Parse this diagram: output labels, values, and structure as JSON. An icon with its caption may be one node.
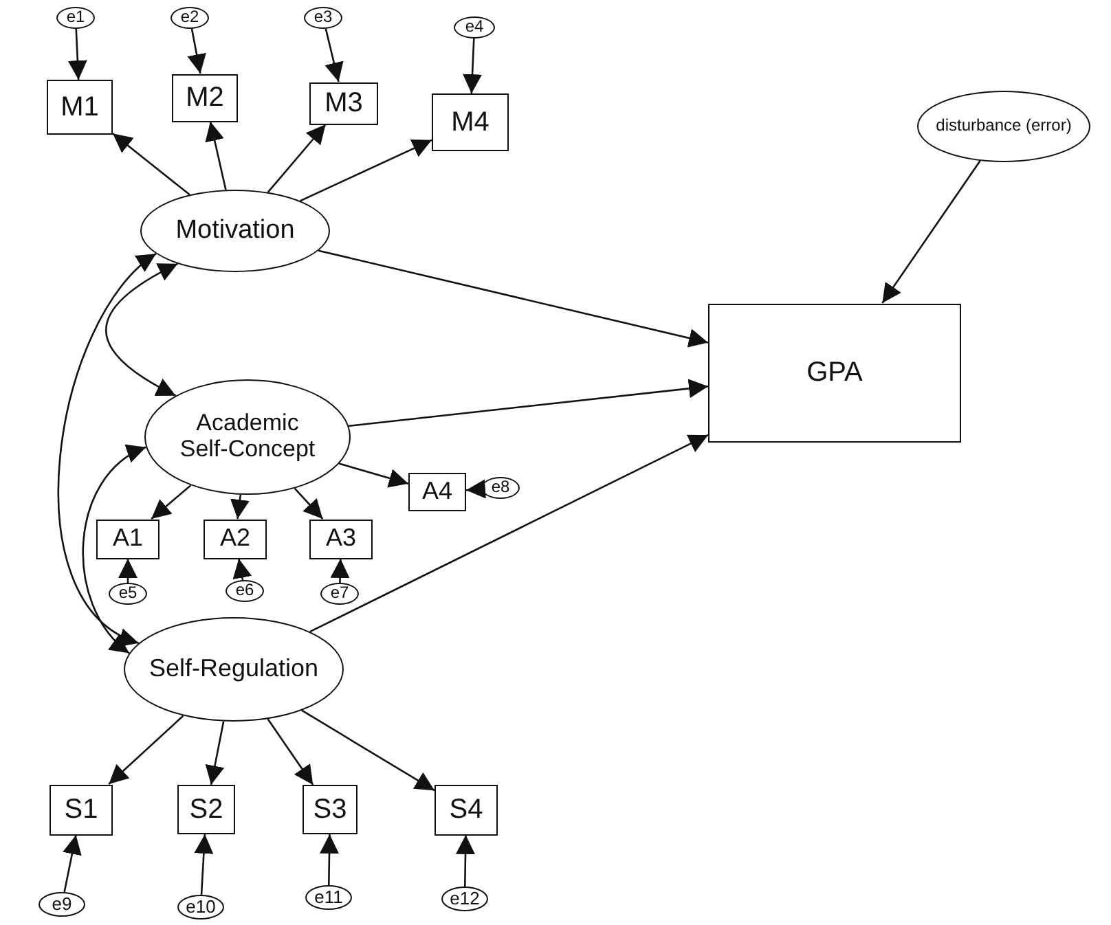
{
  "diagram": {
    "nodes": [
      {
        "text": [
          "e1"
        ]
      },
      {
        "text": [
          "e2"
        ]
      },
      {
        "text": [
          "e3"
        ]
      },
      {
        "text": [
          "e4"
        ]
      },
      {
        "text": [
          "disturbance (error)"
        ]
      },
      {
        "text": [
          "M1"
        ]
      },
      {
        "text": [
          "M2"
        ]
      },
      {
        "text": [
          "M3"
        ]
      },
      {
        "text": [
          "M4"
        ]
      },
      {
        "text": [
          "Motivation"
        ]
      },
      {
        "text": [
          "GPA"
        ]
      },
      {
        "text": [
          "Academic Self-Concept"
        ]
      },
      {
        "text": [
          "A4"
        ]
      },
      {
        "text": [
          "e8"
        ]
      },
      {
        "text": [
          "A1"
        ]
      },
      {
        "text": [
          "A2"
        ]
      },
      {
        "text": [
          "A3"
        ]
      },
      {
        "text": [
          "e5"
        ]
      },
      {
        "text": [
          "e6"
        ]
      },
      {
        "text": [
          "e7"
        ]
      },
      {
        "text": [
          "Self-Regulation"
        ]
      },
      {
        "text": [
          "S1"
        ]
      },
      {
        "text": [
          "S2"
        ]
      },
      {
        "text": [
          "S3"
        ]
      },
      {
        "text": [
          "S4"
        ]
      },
      {
        "text": [
          "e9"
        ]
      },
      {
        "text": [
          "e10"
        ]
      },
      {
        "text": [
          "e11"
        ]
      },
      {
        "text": [
          "e12"
        ]
      }
    ],
    "edges": [
      {
        "from": 0,
        "to": 5,
        "arrow": "to"
      },
      {
        "from": 1,
        "to": 6,
        "arrow": "to"
      },
      {
        "from": 2,
        "to": 7,
        "arrow": "to"
      },
      {
        "from": 3,
        "to": 8,
        "arrow": "to"
      },
      {
        "from": 9,
        "to": 5,
        "arrow": "to"
      },
      {
        "from": 9,
        "to": 6,
        "arrow": "to"
      },
      {
        "from": 9,
        "to": 7,
        "arrow": "to"
      },
      {
        "from": 9,
        "to": 8,
        "arrow": "to"
      },
      {
        "from": 4,
        "to": 10,
        "arrow": "to"
      },
      {
        "from": 9,
        "to": 10,
        "arrow": "to"
      },
      {
        "from": 11,
        "to": 10,
        "arrow": "to"
      },
      {
        "from": 20,
        "to": 10,
        "arrow": "to"
      },
      {
        "from": 9,
        "to": 11,
        "arrow": "both"
      },
      {
        "from": 9,
        "to": 20,
        "arrow": "both"
      },
      {
        "from": 11,
        "to": 20,
        "arrow": "both"
      },
      {
        "from": 11,
        "to": 12,
        "arrow": "to"
      },
      {
        "from": 13,
        "to": 12,
        "arrow": "to"
      },
      {
        "from": 11,
        "to": 14,
        "arrow": "to"
      },
      {
        "from": 11,
        "to": 15,
        "arrow": "to"
      },
      {
        "from": 11,
        "to": 16,
        "arrow": "to"
      },
      {
        "from": 17,
        "to": 14,
        "arrow": "to"
      },
      {
        "from": 18,
        "to": 15,
        "arrow": "to"
      },
      {
        "from": 19,
        "to": 16,
        "arrow": "to"
      },
      {
        "from": 20,
        "to": 21,
        "arrow": "to"
      },
      {
        "from": 20,
        "to": 22,
        "arrow": "to"
      },
      {
        "from": 20,
        "to": 23,
        "arrow": "to"
      },
      {
        "from": 20,
        "to": 24,
        "arrow": "to"
      },
      {
        "from": 25,
        "to": 21,
        "arrow": "to"
      },
      {
        "from": 26,
        "to": 22,
        "arrow": "to"
      },
      {
        "from": 27,
        "to": 23,
        "arrow": "to"
      },
      {
        "from": 28,
        "to": 24,
        "arrow": "to"
      }
    ]
  }
}
